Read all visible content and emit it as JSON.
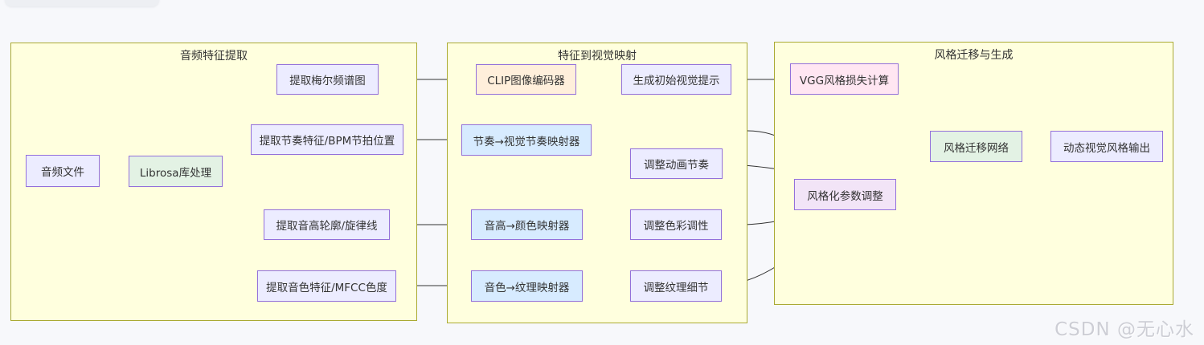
{
  "page": {
    "background_color": "#f7f8fb",
    "watermark": "CSDN @无心水"
  },
  "diagram": {
    "edge_color": "#333333",
    "group_border_color": "#aaaa33",
    "node_border_color": "#9370DB",
    "groups": [
      {
        "id": "audio-feature-extraction",
        "title": "音频特征提取",
        "fill": "#ffffde"
      },
      {
        "id": "feature-to-visual-mapping",
        "title": "特征到视觉映射",
        "fill": "#ffffde"
      },
      {
        "id": "style-transfer-generation",
        "title": "风格迁移与生成",
        "fill": "#ffffde"
      }
    ],
    "nodes": [
      {
        "id": "audio-file",
        "label": "音频文件",
        "fill": "#ECECFF"
      },
      {
        "id": "librosa",
        "label": "Librosa库处理",
        "fill": "#E3F2E4"
      },
      {
        "id": "mel-spectrogram",
        "label": "提取梅尔频谱图",
        "fill": "#ECECFF"
      },
      {
        "id": "rhythm-bpm",
        "label": "提取节奏特征/BPM节拍位置",
        "fill": "#ECECFF"
      },
      {
        "id": "pitch-contour",
        "label": "提取音高轮廓/旋律线",
        "fill": "#ECECFF"
      },
      {
        "id": "timbre-mfcc",
        "label": "提取音色特征/MFCC色度",
        "fill": "#ECECFF"
      },
      {
        "id": "clip-encoder",
        "label": "CLIP图像编码器",
        "fill": "#FFEFDB"
      },
      {
        "id": "initial-visual-prompt",
        "label": "生成初始视觉提示",
        "fill": "#ECECFF"
      },
      {
        "id": "rhythm-mapper",
        "label": "节奏→视觉节奏映射器",
        "fill": "#D7EBFF"
      },
      {
        "id": "anim-rhythm",
        "label": "调整动画节奏",
        "fill": "#ECECFF"
      },
      {
        "id": "pitch-color-mapper",
        "label": "音高→颜色映射器",
        "fill": "#D7EBFF"
      },
      {
        "id": "color-tonality",
        "label": "调整色彩调性",
        "fill": "#ECECFF"
      },
      {
        "id": "timbre-texture-mapper",
        "label": "音色→纹理映射器",
        "fill": "#D7EBFF"
      },
      {
        "id": "texture-detail",
        "label": "调整纹理细节",
        "fill": "#ECECFF"
      },
      {
        "id": "vgg-style-loss",
        "label": "VGG风格损失计算",
        "fill": "#FFE6F2"
      },
      {
        "id": "style-params",
        "label": "风格化参数调整",
        "fill": "#F2E4F7"
      },
      {
        "id": "style-transfer-net",
        "label": "风格迁移网络",
        "fill": "#E3F2E4"
      },
      {
        "id": "dynamic-output",
        "label": "动态视觉风格输出",
        "fill": "#ECECFF"
      }
    ]
  }
}
